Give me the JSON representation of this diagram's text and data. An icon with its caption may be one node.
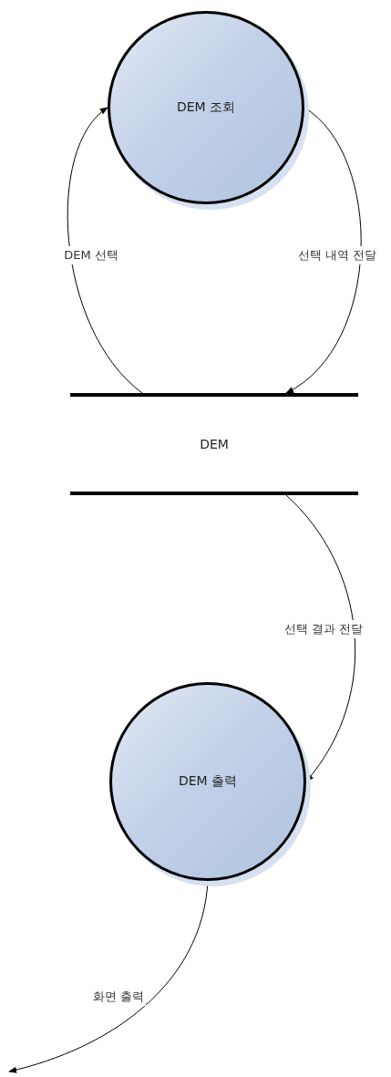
{
  "diagram": {
    "nodes": [
      {
        "text": [
          "DEM 조회"
        ]
      },
      {
        "text": [
          "DEM"
        ]
      },
      {
        "text": [
          "DEM 출력"
        ]
      }
    ],
    "edges": [
      {
        "from": 1,
        "to": 0,
        "arrow": "to",
        "label": "DEM 선택"
      },
      {
        "from": 0,
        "to": 1,
        "arrow": "to",
        "label": "선택 내역 전달"
      },
      {
        "from": 1,
        "to": 2,
        "arrow": "to",
        "label": "선택 결과 전달"
      },
      {
        "from": 2,
        "to": null,
        "arrow": "to",
        "label": "화면 출력"
      }
    ]
  }
}
